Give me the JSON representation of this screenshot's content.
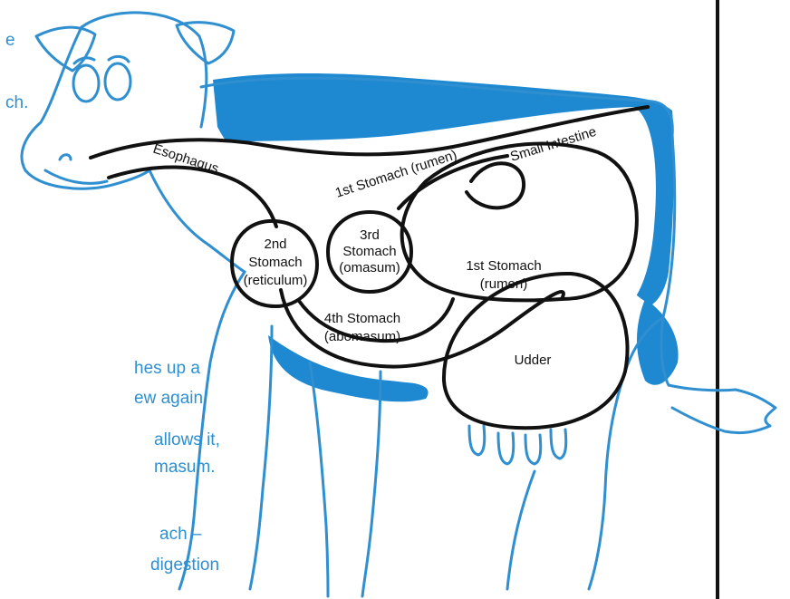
{
  "side_text": {
    "fragment_1_line_1": "e",
    "fragment_1_line_2": "ch.",
    "fragment_2_line_1": "hes up a",
    "fragment_2_line_2": "ew again.",
    "fragment_3_line_1": "allows it,",
    "fragment_3_line_2": "masum.",
    "fragment_4_line_1": "ach –",
    "fragment_4_line_2": " digestion"
  },
  "diagram_labels": {
    "esophagus": "Esophagus",
    "rumen_top": "1st Stomach (rumen)",
    "small_intestine": "Small Intestine",
    "reticulum_1": "2nd",
    "reticulum_2": "Stomach",
    "reticulum_3": "(reticulum)",
    "omasum_1": "3rd",
    "omasum_2": "Stomach",
    "omasum_3": "(omasum)",
    "rumen_1": "1st Stomach",
    "rumen_2": "(rumen)",
    "abomasum_1": "4th Stomach",
    "abomasum_2": "(abomasum)",
    "udder": "Udder"
  },
  "colors": {
    "outline": "#2f8fd0",
    "spots": "#1e88d0",
    "organs": "#111111",
    "text_blue": "#2f8fd0"
  }
}
